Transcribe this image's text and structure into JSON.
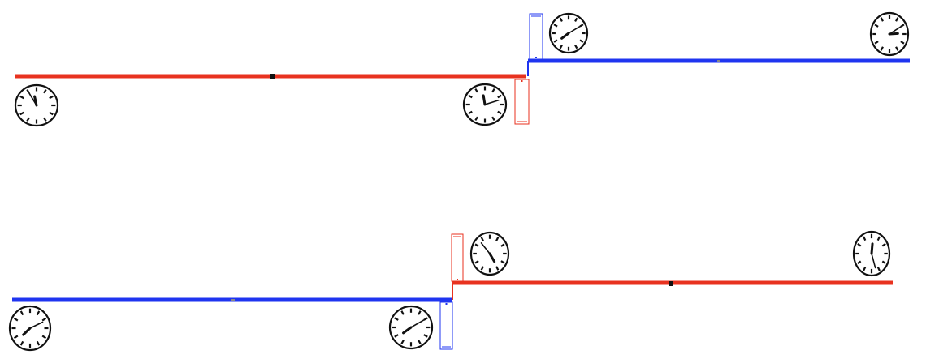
{
  "colors": {
    "red": "#e8321f",
    "blue": "#1f35f0",
    "clock_stroke": "#111111",
    "clock_face": "#ffffff",
    "marker": "#111111"
  },
  "icons": {
    "clock": "clock-icon",
    "box": "light-clock-box-icon"
  },
  "panels": [
    {
      "name": "top",
      "line_left_color": "red",
      "line_right_color": "blue",
      "clocks": [
        {
          "name": "left-start",
          "hour": 11.6,
          "minute": 55
        },
        {
          "name": "left-end",
          "hour": 11.7,
          "minute": 12
        },
        {
          "name": "right-start",
          "hour": 7.8,
          "minute": 10
        },
        {
          "name": "right-end",
          "hour": 2.9,
          "minute": 10
        }
      ]
    },
    {
      "name": "bottom",
      "line_left_color": "blue",
      "line_right_color": "red",
      "clocks": [
        {
          "name": "left-start",
          "hour": 7.6,
          "minute": 11
        },
        {
          "name": "left-end",
          "hour": 7.8,
          "minute": 10
        },
        {
          "name": "right-start",
          "hour": 4.9,
          "minute": 53
        },
        {
          "name": "right-end",
          "hour": 12.2,
          "minute": 27
        }
      ]
    }
  ]
}
